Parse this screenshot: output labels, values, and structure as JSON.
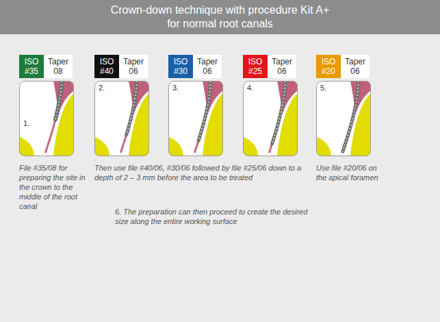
{
  "diagram": {
    "title": "Crown-down technique with procedure Kit A+ for normal root canals",
    "nodes": [
      {
        "text": [
          "ISO",
          "#35"
        ]
      },
      {
        "text": [
          "Taper",
          "08"
        ]
      },
      {
        "text": [
          "ISO",
          "#40"
        ]
      },
      {
        "text": [
          "Taper",
          "06"
        ]
      },
      {
        "text": [
          "ISO",
          "#30"
        ]
      },
      {
        "text": [
          "Taper",
          "06"
        ]
      },
      {
        "text": [
          "ISO",
          "#25"
        ]
      },
      {
        "text": [
          "Taper",
          "06"
        ]
      },
      {
        "text": [
          "ISO",
          "#20"
        ]
      },
      {
        "text": [
          "Taper",
          "06"
        ]
      },
      {
        "text": [
          "1."
        ]
      },
      {
        "text": [
          "2."
        ]
      },
      {
        "text": [
          "3."
        ]
      },
      {
        "text": [
          "4."
        ]
      },
      {
        "text": [
          "5."
        ]
      }
    ],
    "labels": [
      "File #35/08 for preparing the site in the crown to the middle of the root canal",
      "Then use file #40/06, #30/06 followed by file #25/06 down to a depth of 2 – 3 mm before the area to be treated",
      "Use file #20/06 on the apical foramen",
      "6. The preparation can then proceed to create the desired size along the entire working surface"
    ]
  }
}
